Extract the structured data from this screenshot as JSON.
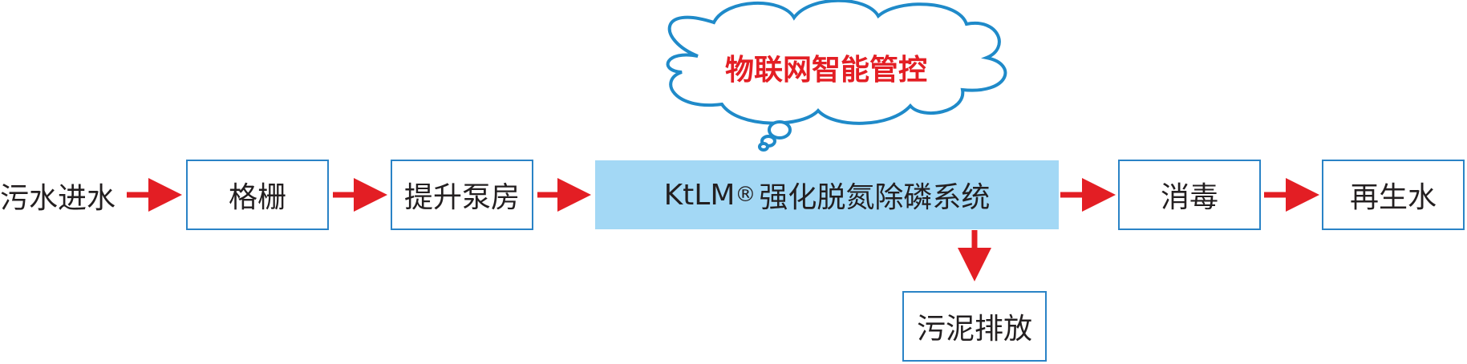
{
  "diagram": {
    "input_label": "污水进水",
    "nodes": {
      "screen": "格栅",
      "pump_house": "提升泵房",
      "main_prefix": "KtLM",
      "main_mark": "®",
      "main_suffix": "强化脱氮除磷系统",
      "disinfection": "消毒",
      "reclaimed_water": "再生水",
      "sludge": "污泥排放"
    },
    "cloud_label": "物联网智能管控",
    "colors": {
      "arrow": "#e31e24",
      "box_border": "#2a83c6",
      "main_fill": "#a3d8f5",
      "cloud_stroke": "#1f8ac9",
      "cloud_text": "#e31e24"
    }
  }
}
